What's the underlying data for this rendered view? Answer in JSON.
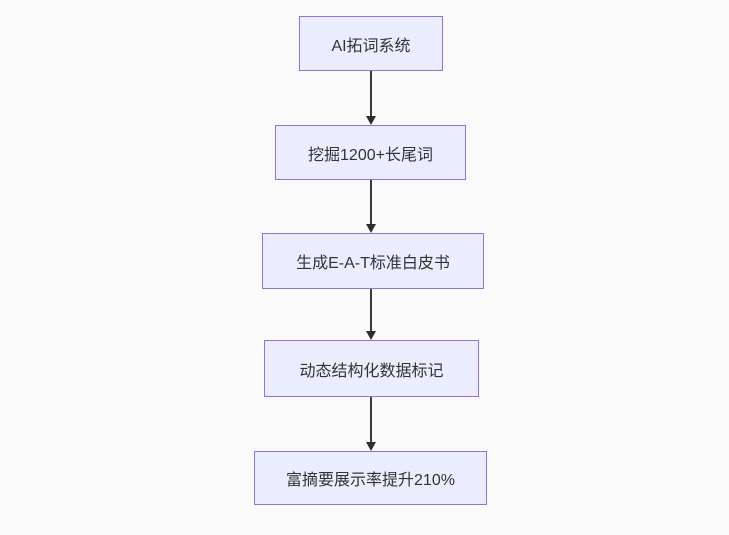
{
  "diagram": {
    "type": "flowchart-top-down",
    "nodes": [
      {
        "id": "A",
        "label": "AI拓词系统"
      },
      {
        "id": "B",
        "label": "挖掘1200+长尾词"
      },
      {
        "id": "C",
        "label": "生成E-A-T标准白皮书"
      },
      {
        "id": "D",
        "label": "动态结构化数据标记"
      },
      {
        "id": "E",
        "label": "富摘要展示率提升210%"
      }
    ],
    "edges": [
      {
        "from": "A",
        "to": "B"
      },
      {
        "from": "B",
        "to": "C"
      },
      {
        "from": "C",
        "to": "D"
      },
      {
        "from": "D",
        "to": "E"
      }
    ],
    "colors": {
      "node_fill": "#ECECFF",
      "node_border": "#9370DB",
      "node_text": "#333333",
      "arrow": "#333333",
      "background": "#FAFAFA"
    }
  }
}
